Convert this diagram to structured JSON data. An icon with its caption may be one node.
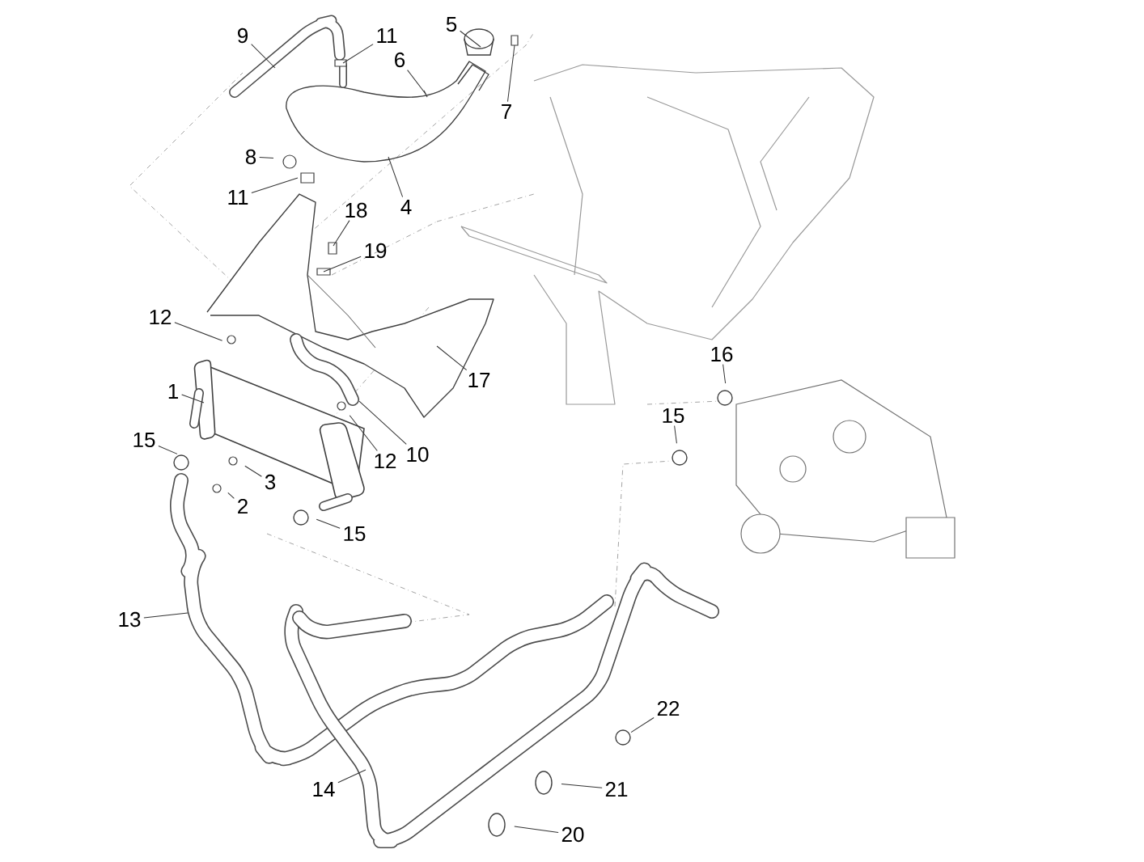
{
  "diagram": {
    "nodes": [
      {
        "text": [
          "9"
        ]
      },
      {
        "text": [
          "11"
        ]
      },
      {
        "text": [
          "5"
        ]
      },
      {
        "text": [
          "6"
        ]
      },
      {
        "text": [
          "7"
        ]
      },
      {
        "text": [
          "8"
        ]
      },
      {
        "text": [
          "11"
        ]
      },
      {
        "text": [
          "4"
        ]
      },
      {
        "text": [
          "18"
        ]
      },
      {
        "text": [
          "19"
        ]
      },
      {
        "text": [
          "12"
        ]
      },
      {
        "text": [
          "16"
        ]
      },
      {
        "text": [
          "1"
        ]
      },
      {
        "text": [
          "17"
        ]
      },
      {
        "text": [
          "15"
        ]
      },
      {
        "text": [
          "15"
        ]
      },
      {
        "text": [
          "10"
        ]
      },
      {
        "text": [
          "12"
        ]
      },
      {
        "text": [
          "3"
        ]
      },
      {
        "text": [
          "2"
        ]
      },
      {
        "text": [
          "15"
        ]
      },
      {
        "text": [
          "13"
        ]
      },
      {
        "text": [
          "22"
        ]
      },
      {
        "text": [
          "14"
        ]
      },
      {
        "text": [
          "21"
        ]
      },
      {
        "text": [
          "20"
        ]
      }
    ],
    "edges": [
      {
        "from": 0,
        "to": null,
        "arrow": "none"
      },
      {
        "from": 1,
        "to": null,
        "arrow": "none"
      },
      {
        "from": 2,
        "to": null,
        "arrow": "none"
      },
      {
        "from": 3,
        "to": null,
        "arrow": "none"
      },
      {
        "from": 4,
        "to": null,
        "arrow": "none"
      },
      {
        "from": 5,
        "to": null,
        "arrow": "none"
      },
      {
        "from": 6,
        "to": null,
        "arrow": "none"
      },
      {
        "from": 7,
        "to": null,
        "arrow": "none"
      },
      {
        "from": 8,
        "to": null,
        "arrow": "none"
      },
      {
        "from": 9,
        "to": null,
        "arrow": "none"
      },
      {
        "from": 10,
        "to": null,
        "arrow": "none"
      },
      {
        "from": 11,
        "to": null,
        "arrow": "none"
      },
      {
        "from": 12,
        "to": null,
        "arrow": "none"
      },
      {
        "from": 13,
        "to": null,
        "arrow": "none"
      },
      {
        "from": 14,
        "to": null,
        "arrow": "none"
      },
      {
        "from": 15,
        "to": null,
        "arrow": "none"
      },
      {
        "from": 16,
        "to": null,
        "arrow": "none"
      },
      {
        "from": 17,
        "to": null,
        "arrow": "none"
      },
      {
        "from": 18,
        "to": null,
        "arrow": "none"
      },
      {
        "from": 19,
        "to": null,
        "arrow": "none"
      },
      {
        "from": 20,
        "to": null,
        "arrow": "none"
      },
      {
        "from": 21,
        "to": null,
        "arrow": "none"
      },
      {
        "from": 22,
        "to": null,
        "arrow": "none"
      },
      {
        "from": 23,
        "to": null,
        "arrow": "none"
      },
      {
        "from": 24,
        "to": null,
        "arrow": "none"
      },
      {
        "from": 25,
        "to": null,
        "arrow": "none"
      }
    ]
  }
}
